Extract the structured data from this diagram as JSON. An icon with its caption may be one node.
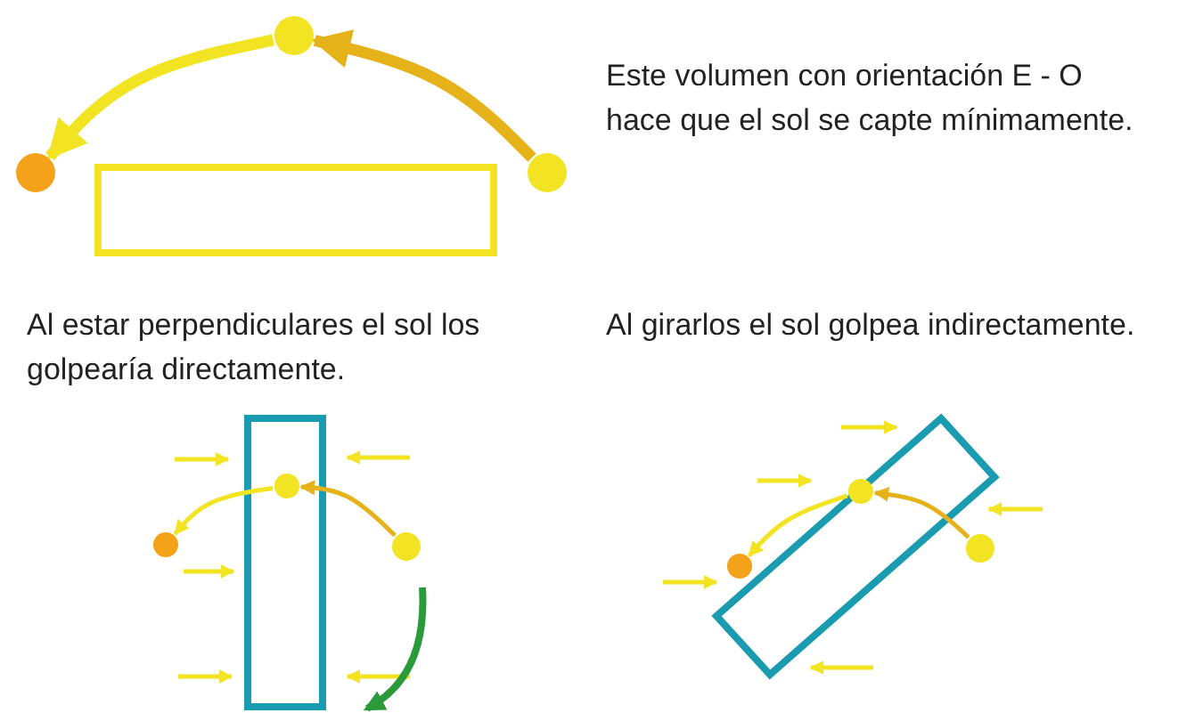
{
  "diagram": {
    "nodes": [
      {
        "text": [],
        "shape": "circle"
      },
      {
        "text": [],
        "shape": "circle"
      },
      {
        "text": [],
        "shape": "circle"
      },
      {
        "text": [],
        "shape": "circle"
      },
      {
        "text": [],
        "shape": "circle"
      },
      {
        "text": [],
        "shape": "circle"
      },
      {
        "text": [],
        "shape": "circle"
      },
      {
        "text": [],
        "shape": "circle"
      },
      {
        "text": [],
        "shape": "circle"
      }
    ],
    "edges": [
      {
        "from": 0,
        "to": 1,
        "arrow": "to",
        "style": "thick",
        "color": "#e6b21a"
      },
      {
        "from": 1,
        "to": 2,
        "arrow": "to",
        "style": "thick",
        "color": "#f2e422"
      },
      {
        "from": 3,
        "to": 4,
        "arrow": "to",
        "color": "#e6b21a"
      },
      {
        "from": 4,
        "to": 5,
        "arrow": "to",
        "color": "#f2e422"
      },
      {
        "from": 6,
        "to": 7,
        "arrow": "to",
        "color": "#e6b21a"
      },
      {
        "from": 7,
        "to": 8,
        "arrow": "to",
        "color": "#f2e422"
      }
    ],
    "labels": [
      "Este volumen con orientación E - O hace que el sol se capte mínimamente.",
      "Al estar perpendiculares el sol los golpearía directamente.",
      "Al girarlos el sol golpea indirectamente."
    ]
  }
}
